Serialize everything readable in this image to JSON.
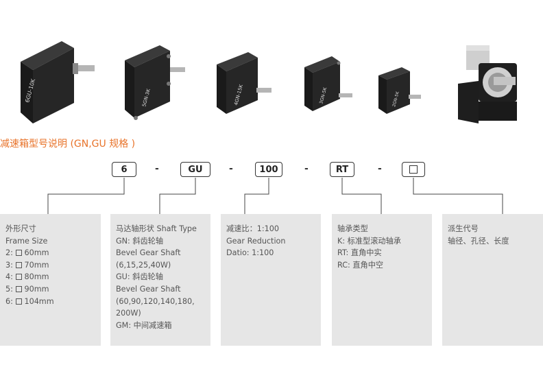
{
  "heading": "减速箱型号说明 (GN,GU 规格 )",
  "labels": {
    "gearbox_1": "6GU-10K",
    "gearbox_2": "5GN-3K",
    "gearbox_3": "4GN-15K",
    "gearbox_4": "3GN-5K",
    "gearbox_5": "2GN-5K"
  },
  "code": {
    "segments": [
      "6",
      "GU",
      "100",
      "RT"
    ],
    "separator": "-"
  },
  "panels": {
    "frame": {
      "title": "外形尺寸",
      "subtitle": "Frame Size",
      "rows": [
        {
          "code": "2:",
          "size": "60mm"
        },
        {
          "code": "3:",
          "size": "70mm"
        },
        {
          "code": "4:",
          "size": "80mm"
        },
        {
          "code": "5:",
          "size": "90mm"
        },
        {
          "code": "6:",
          "size": "104mm"
        }
      ]
    },
    "shaft": {
      "lines": [
        "马达轴形状 Shaft Type",
        "GN: 斜齿轮轴",
        "Bevel Gear Shaft",
        "(6,15,25,40W)",
        "GU: 斜齿轮轴",
        "Bevel Gear Shaft",
        "(60,90,120,140,180,",
        "200W)",
        "GM: 中间减速箱"
      ]
    },
    "ratio": {
      "lines": [
        "减速比：1:100",
        "Gear Reduction",
        "Datio:  1:100"
      ]
    },
    "bearing": {
      "lines": [
        "轴承类型",
        "K: 标准型滚动轴承",
        "RT: 直角中实",
        "RC: 直角中空"
      ]
    },
    "derived": {
      "lines": [
        "派生代号",
        "轴径、孔径、长度"
      ]
    }
  }
}
